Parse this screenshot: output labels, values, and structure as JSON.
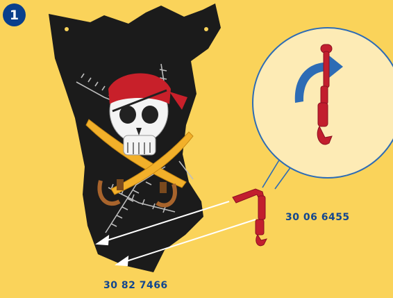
{
  "step": {
    "number": "1"
  },
  "parts": {
    "clip_number": "30 06 6455",
    "flag_number": "30 82 7466"
  },
  "colors": {
    "background": "#fad35a",
    "badge": "#0a3f8c",
    "label": "#12468f",
    "flag": "#1b1b1b",
    "bandana": "#c8202a",
    "clip": "#c21e2e",
    "zoom_bubble": "#fdebb5",
    "rotate_arrow": "#2d6cb5"
  },
  "icons": [
    "step-badge",
    "pirate-flag",
    "skull-icon",
    "crossed-swords-icon",
    "red-clip-icon",
    "rotate-arrow-icon",
    "pointer-arrow-icon"
  ]
}
